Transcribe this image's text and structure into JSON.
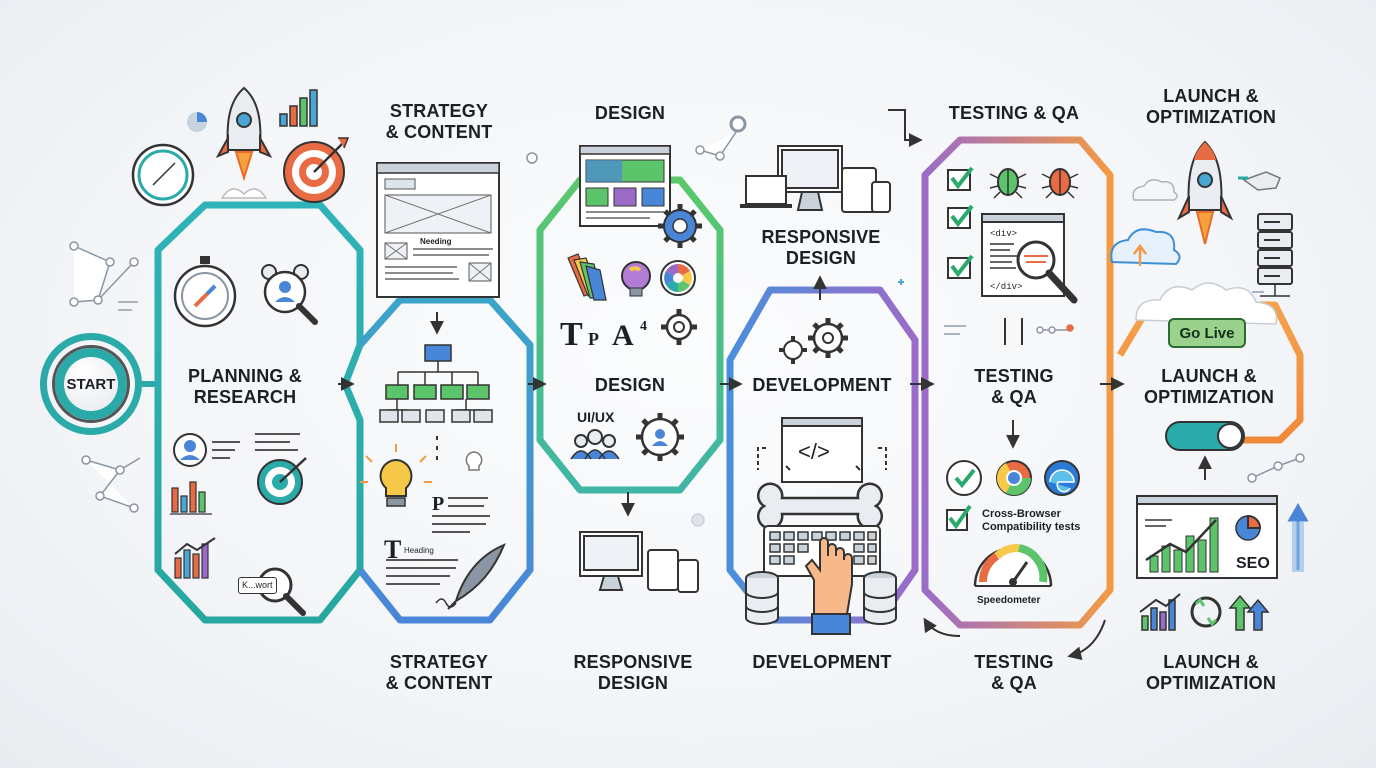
{
  "start": {
    "label": "START"
  },
  "stages": {
    "planning": {
      "line1": "PLANNING &",
      "line2": "RESEARCH"
    },
    "strategy_top": {
      "line1": "STRATEGY",
      "line2": "& CONTENT"
    },
    "strategy_bottom": {
      "line1": "STRATEGY",
      "line2": "& CONTENT"
    },
    "design_top": {
      "line1": "DESIGN"
    },
    "design_mid": {
      "line1": "DESIGN"
    },
    "responsive_top": {
      "line1": "RESPONSIVE",
      "line2": "DESIGN"
    },
    "responsive_bottom": {
      "line1": "RESPONSIVE",
      "line2": "DESIGN"
    },
    "development_mid": {
      "line1": "DEVELOPMENT"
    },
    "development_bottom": {
      "line1": "DEVELOPMENT"
    },
    "testing_top": {
      "line1": "TESTING & QA"
    },
    "testing_mid": {
      "line1": "TESTING",
      "line2": "& QA"
    },
    "testing_bottom": {
      "line1": "TESTING",
      "line2": "& QA"
    },
    "launch_top": {
      "line1": "LAUNCH &",
      "line2": "OPTIMIZATION"
    },
    "launch_mid": {
      "line1": "LAUNCH &",
      "line2": "OPTIMIZATION"
    },
    "launch_bottom": {
      "line1": "LAUNCH &",
      "line2": "OPTIMIZATION"
    }
  },
  "small_text": {
    "needing": "Needing",
    "heading": "Heading",
    "uiux": "UI/UX",
    "div_open": "<div>",
    "div_close": "</div>",
    "cross_browser_1": "Cross-Browser",
    "cross_browser_2": "Compatibility tests",
    "speedometer": "Speedometer",
    "seo": "SEO",
    "keyword": "K...wort",
    "go_live": "Go Live",
    "code_tag": "</>"
  },
  "colors": {
    "teal": "#2aaaa8",
    "blue": "#3f8fd6",
    "green": "#5cc46a",
    "purple": "#9b6bc8",
    "orange": "#f39a45"
  }
}
